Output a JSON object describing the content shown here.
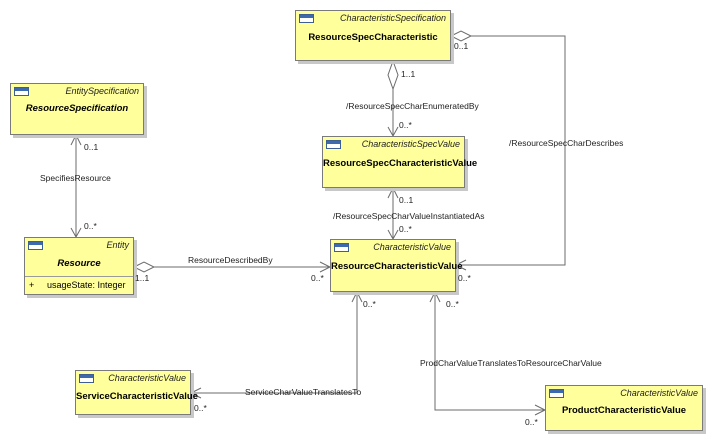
{
  "classes": {
    "resource_spec_characteristic": {
      "stereotype": "CharacteristicSpecification",
      "name": "ResourceSpecCharacteristic"
    },
    "resource_specification": {
      "stereotype": "EntitySpecification",
      "name": "ResourceSpecification"
    },
    "resource_spec_characteristic_value": {
      "stereotype": "CharacteristicSpecValue",
      "name": "ResourceSpecCharacteristicValue"
    },
    "resource": {
      "stereotype": "Entity",
      "name": "Resource",
      "attribute": {
        "visibility": "+",
        "text": "usageState: Integer"
      }
    },
    "resource_characteristic_value": {
      "stereotype": "CharacteristicValue",
      "name": "ResourceCharacteristicValue"
    },
    "service_characteristic_value": {
      "stereotype": "CharacteristicValue",
      "name": "ServiceCharacteristicValue"
    },
    "product_characteristic_value": {
      "stereotype": "CharacteristicValue",
      "name": "ProductCharacteristicValue"
    }
  },
  "associations": {
    "specifies_resource": "SpecifiesResource",
    "resource_spec_char_enumerated_by": "/ResourceSpecCharEnumeratedBy",
    "resource_spec_char_describes": "/ResourceSpecCharDescribes",
    "resource_spec_char_value_instantiated_as": "/ResourceSpecCharValueInstantiatedAs",
    "resource_described_by": "ResourceDescribedBy",
    "service_char_value_translates_to": "ServiceCharValueTranslatesTo",
    "prod_char_value_translates_to": "ProdCharValueTranslatesToResourceCharValue"
  },
  "multiplicities": {
    "rsc_describes_top": "0..1",
    "rsc_enum_top": "1..1",
    "rsc_enum_bottom": "0..*",
    "rs_spec_bottom": "0..1",
    "res_top": "0..*",
    "rscv_bottom": "0..1",
    "rcv_from_rscv": "0..*",
    "res_right": "1..1",
    "rcv_left": "0..*",
    "rcv_right": "0..*",
    "rcv_bottom_left": "0..*",
    "rcv_bottom_right": "0..*",
    "scv_right": "0..*",
    "pcv_left": "0..*"
  }
}
